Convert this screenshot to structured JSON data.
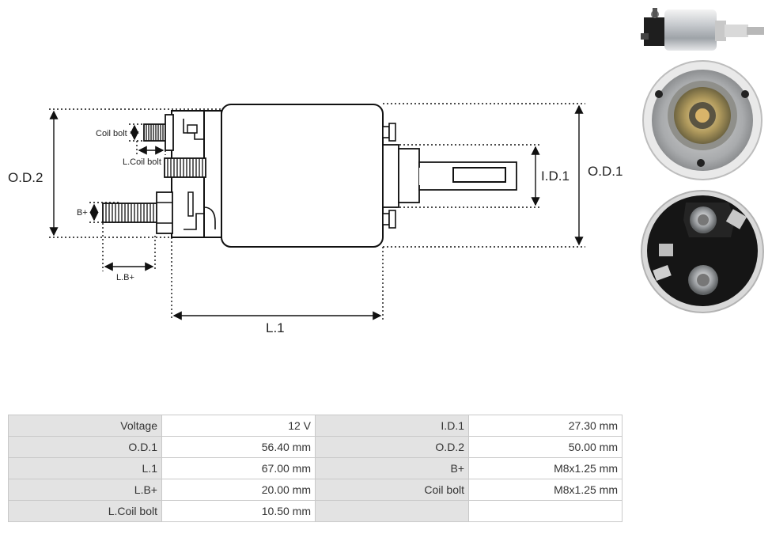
{
  "diagram": {
    "labels": {
      "od2": "O.D.2",
      "od1": "O.D.1",
      "id1": "I.D.1",
      "l1": "L.1",
      "lb": "L.B+",
      "b_plus": "B+",
      "coil_bolt": "Coil bolt",
      "l_coil_bolt": "L.Coil bolt"
    }
  },
  "photos": [
    "solenoid-side-view",
    "solenoid-front-view",
    "solenoid-terminal-view"
  ],
  "specs": {
    "rows": [
      {
        "k1": "Voltage",
        "v1": "12 V",
        "k2": "I.D.1",
        "v2": "27.30 mm"
      },
      {
        "k1": "O.D.1",
        "v1": "56.40 mm",
        "k2": "O.D.2",
        "v2": "50.00 mm"
      },
      {
        "k1": "L.1",
        "v1": "67.00 mm",
        "k2": "B+",
        "v2": "M8x1.25 mm"
      },
      {
        "k1": "L.B+",
        "v1": "20.00 mm",
        "k2": "Coil bolt",
        "v2": "M8x1.25 mm"
      },
      {
        "k1": "L.Coil bolt",
        "v1": "10.50 mm",
        "k2": "",
        "v2": ""
      }
    ]
  }
}
